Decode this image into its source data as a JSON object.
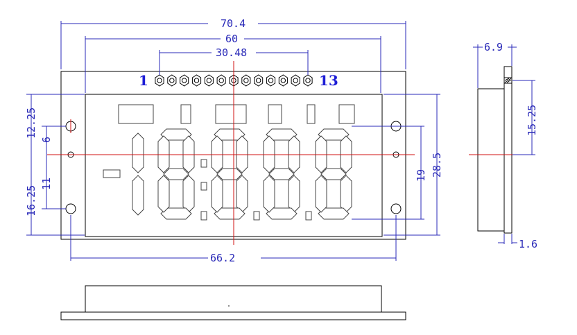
{
  "drawing": {
    "dimensions": {
      "overall_width": "70.4",
      "viewing_width": "60",
      "pin_span": "30.48",
      "mount_hole_span": "66.2",
      "height_upper": "12.25",
      "height_6": "6",
      "height_lower": "16.25",
      "height_11": "11",
      "digit_height": "19",
      "overall_height": "28.5",
      "side_thickness": "6.9",
      "side_offset": "15.25",
      "glass_thickness": "1.6"
    },
    "pins": {
      "first": "1",
      "last": "13",
      "count": 13
    },
    "colors": {
      "outline": "#000000",
      "dimension": "#2a2ab8",
      "centerline": "#d01010",
      "pin_label": "#1d1dd6"
    }
  }
}
